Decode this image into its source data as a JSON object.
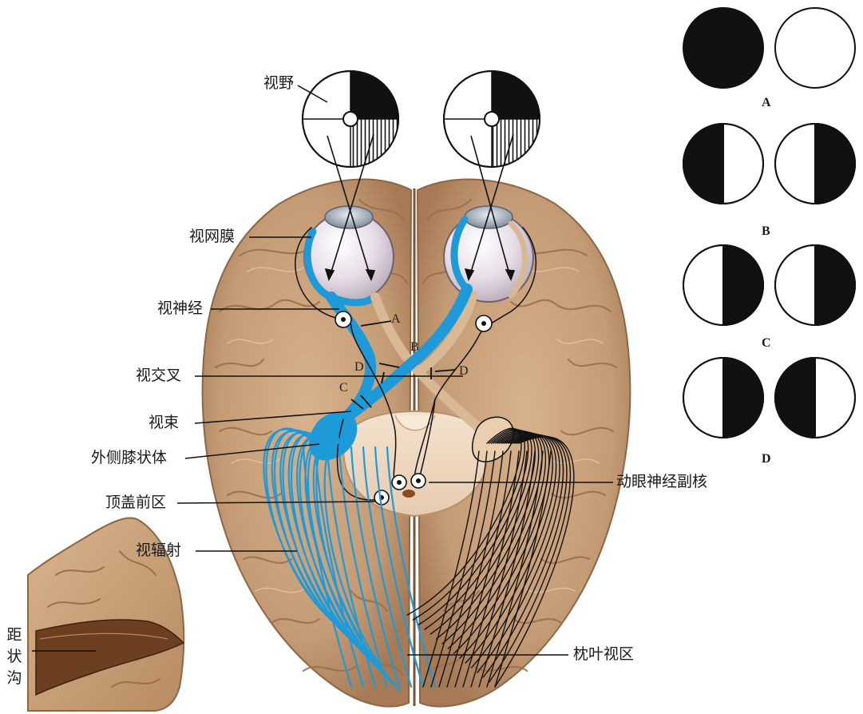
{
  "labels": {
    "visual_field": "视野",
    "retina": "视网膜",
    "optic_nerve": "视神经",
    "optic_chiasm": "视交叉",
    "optic_tract": "视束",
    "lgn": "外侧膝状体",
    "pretectal_area": "顶盖前区",
    "optic_radiation": "视辐射",
    "calcarine_sulcus": [
      "距",
      "状",
      "沟"
    ],
    "edinger_westphal": "动眼神经副核",
    "visual_cortex": "枕叶视区"
  },
  "pathway_points": {
    "A": "A",
    "B": "B",
    "C": "C",
    "D_left": "D",
    "D_right": "D"
  },
  "visual_field_panels": [
    {
      "caption": "A",
      "left_eye": "full-black",
      "right_eye": "full-white"
    },
    {
      "caption": "B",
      "left_eye": "left-half-black",
      "right_eye": "right-half-black"
    },
    {
      "caption": "C",
      "left_eye": "right-half-black",
      "right_eye": "right-half-black"
    },
    {
      "caption": "D",
      "left_eye": "right-half-black",
      "right_eye": "left-half-black"
    }
  ],
  "colors": {
    "brain": "#c9a27c",
    "brain_shadow": "#9c7552",
    "pathway_blue": "#1e9ad8",
    "pathway_tan": "#d9b896",
    "black": "#111111"
  }
}
